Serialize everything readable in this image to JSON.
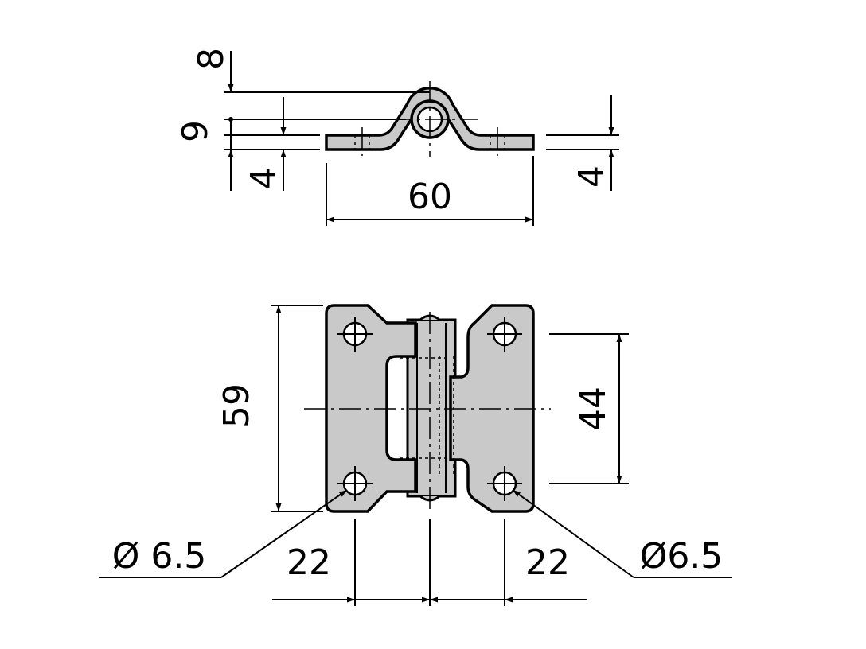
{
  "colors": {
    "part_fill": "#c9c9c9",
    "line": "#000000",
    "background": "#ffffff"
  },
  "side_view": {
    "dim_pin_offset": "8",
    "dim_knuckle_height": "9",
    "dim_leaf_thickness_left": "4",
    "dim_leaf_thickness_right": "4",
    "dim_overall_width": "60"
  },
  "top_view": {
    "dim_overall_height": "59",
    "dim_hole_spacing": "44",
    "dim_hole_left": "22",
    "dim_hole_right": "22",
    "hole_callout_left": "Ø 6.5",
    "hole_callout_right": "Ø6.5"
  }
}
